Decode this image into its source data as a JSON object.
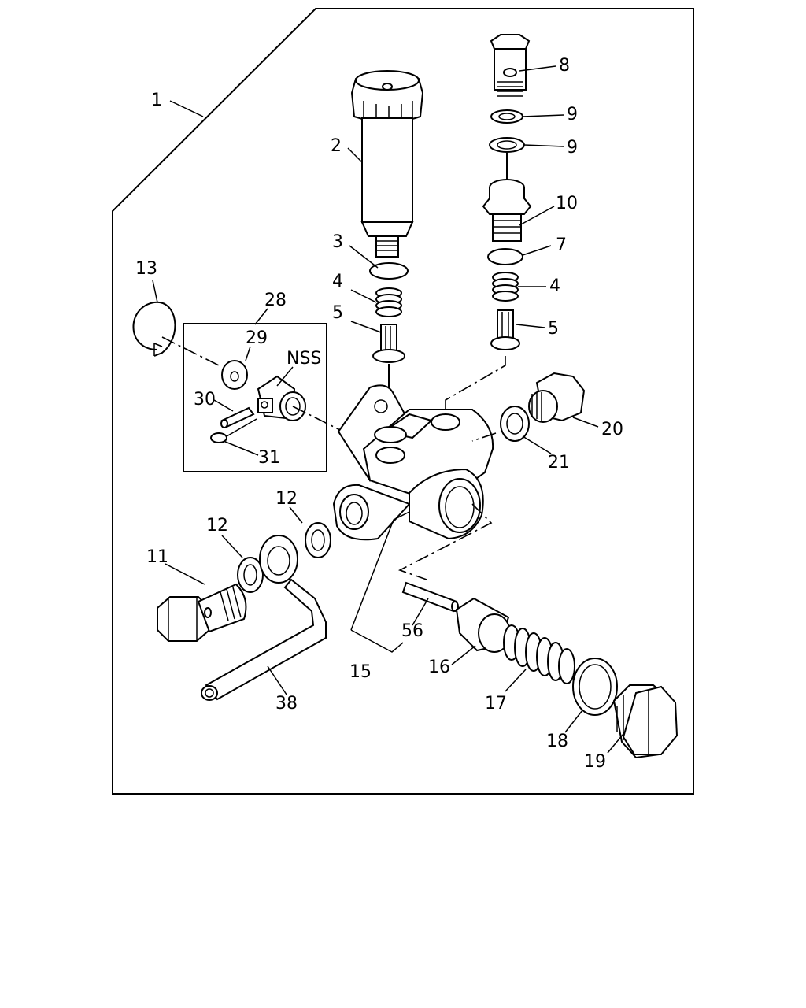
{
  "callouts": {
    "c1": "1",
    "c2": "2",
    "c3": "3",
    "c4a": "4",
    "c4b": "4",
    "c5a": "5",
    "c5b": "5",
    "c7": "7",
    "c8": "8",
    "c9a": "9",
    "c9b": "9",
    "c10": "10",
    "c11": "11",
    "c12a": "12",
    "c12b": "12",
    "c13": "13",
    "c15": "15",
    "c16": "16",
    "c17": "17",
    "c18": "18",
    "c19": "19",
    "c20": "20",
    "c21": "21",
    "c28": "28",
    "c29": "29",
    "c30": "30",
    "c31": "31",
    "c38": "38",
    "c56": "56",
    "nss": "NSS"
  }
}
